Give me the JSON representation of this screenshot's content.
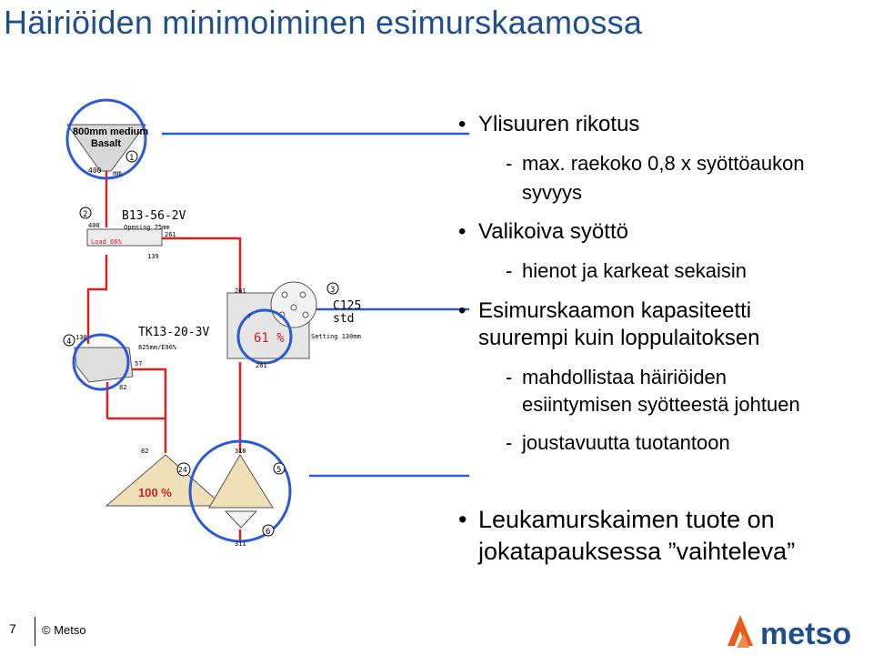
{
  "slide": {
    "title": "Häiriöiden minimoiminen esimurskaamossa",
    "page_number": "7",
    "copyright": "© Metso",
    "logo_text": "metso"
  },
  "bullets": [
    {
      "text": "Ylisuuren rikotus",
      "subs": [
        "max. raekoko 0,8 x syöttöaukon",
        "syvyys"
      ]
    },
    {
      "text": "Valikoiva syöttö",
      "subs": [
        "hienot ja karkeat sekaisin"
      ]
    },
    {
      "text_lines": [
        "Esimurskaamon kapasiteetti",
        "suurempi kuin loppulaitoksen"
      ],
      "subs": [
        "mahdollistaa häiriöiden",
        "esiintymisen syötteestä johtuen",
        "joustavuutta tuotantoon"
      ]
    },
    {
      "text_lines": [
        "Leukamurskaimen tuote on",
        "jokatapauksessa ”vaihteleva”"
      ]
    }
  ],
  "diagram": {
    "hopper_line1": "800mm medium",
    "hopper_line2": "Basalt",
    "hopper_flow": "400",
    "hopper_unit": "mm",
    "node1": "1",
    "node2": "2",
    "node3": "3",
    "node4": "4",
    "node5": "5",
    "node6": "6",
    "node24": "24",
    "feeder_model": "B13-56-2V",
    "feeder_opening": "Opening 75mm",
    "feeder_in": "400",
    "feeder_out": "261",
    "feeder_load": "Load 66%",
    "feeder_under": "139",
    "crusher_model": "C125",
    "crusher_std": "std",
    "crusher_setting": "Setting 130mm",
    "crusher_load": "61 %",
    "crusher_in": "261",
    "crusher_side": "?",
    "crusher_out": "261",
    "screen_model": "TK13-20-3V",
    "screen_spec": "825mm/E96%",
    "screen_in": "130",
    "screen_out1": "57",
    "screen_out2": "82",
    "pile1_flow": "82",
    "pile1_pct": "100 %",
    "pile2_flow": "318",
    "pile2_out": "311"
  },
  "colors": {
    "title": "#1f4e8c",
    "circle": "#2a5ad8",
    "flow": "#e02020",
    "load_text": "#d02020",
    "pile": "#f0e0b8",
    "logo": "#1f4e8c",
    "logo_mark": "#e85a1c"
  }
}
